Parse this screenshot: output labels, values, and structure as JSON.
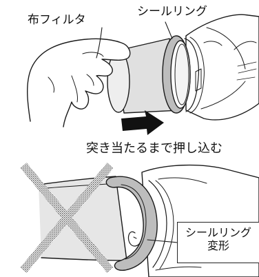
{
  "labels": {
    "cloth_filter": "布フィルタ",
    "seal_ring": "シールリング",
    "push_instruction": "突き当たるまで押し込む",
    "callout_line1": "シールリング",
    "callout_line2": "変形"
  },
  "colors": {
    "ink": "#1a1a1a",
    "ring_gray": "#bdbdbd",
    "filter_gray": "#e0e0e0",
    "cross_gray": "#8a8a8a",
    "arrow": "#111111"
  },
  "icons": {
    "direction": "right-arrow-icon",
    "not_allowed": "cross-mark-icon"
  }
}
